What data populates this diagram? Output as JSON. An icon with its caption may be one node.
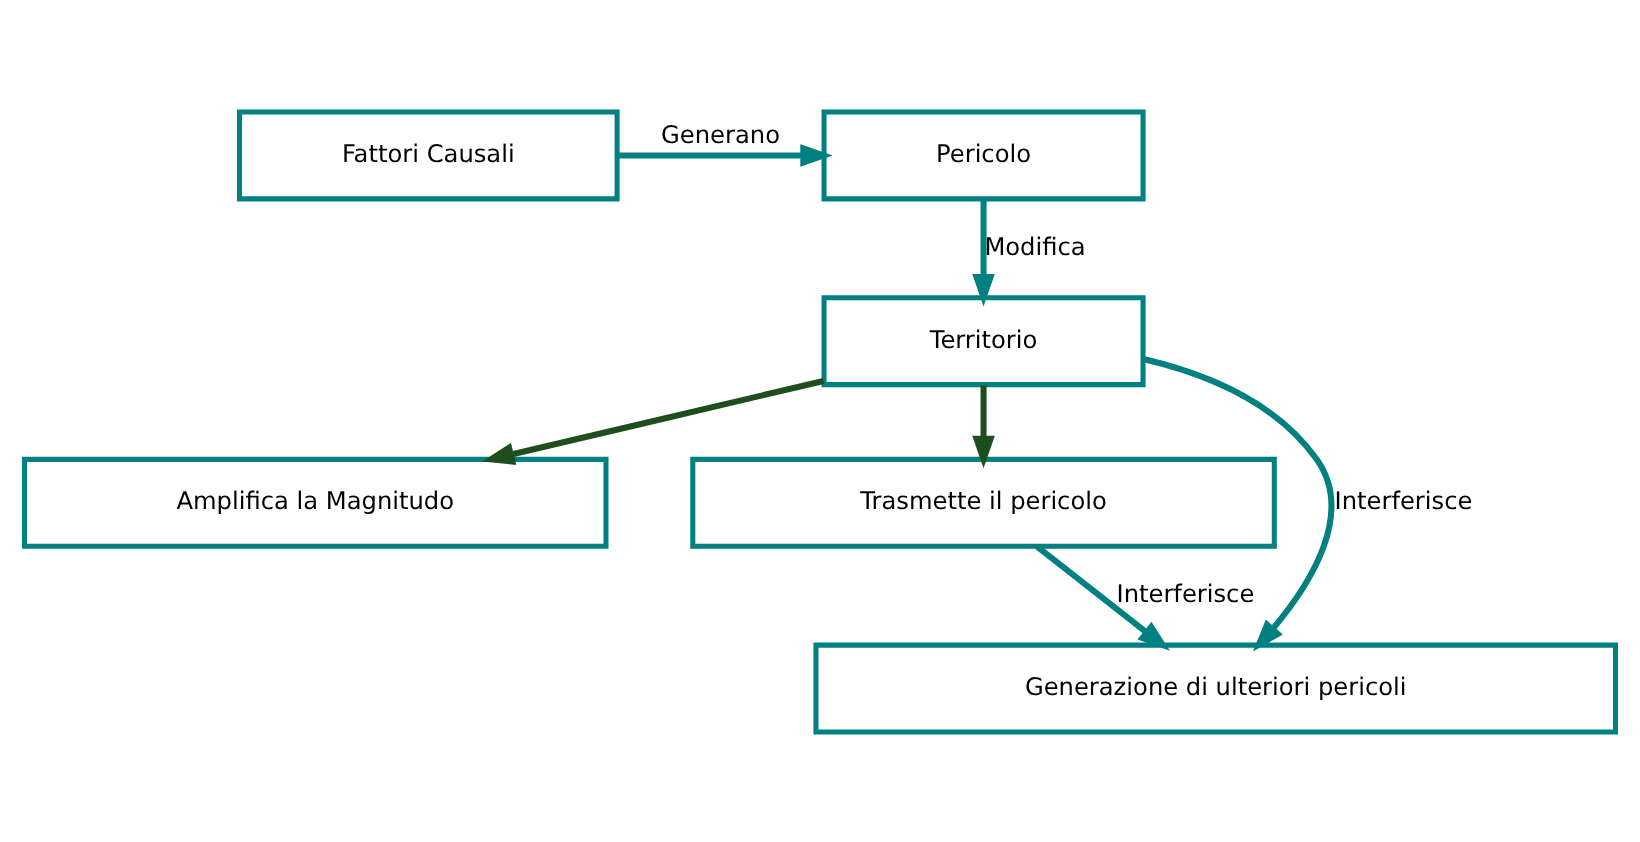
{
  "diagram": {
    "nodes": [
      {
        "text": [
          "Fattori Causali"
        ]
      },
      {
        "text": [
          "Pericolo"
        ]
      },
      {
        "text": [
          "Territorio"
        ]
      },
      {
        "text": [
          "Amplifica la Magnitudo"
        ]
      },
      {
        "text": [
          "Trasmette il pericolo"
        ]
      },
      {
        "text": [
          "Generazione di ulteriori pericoli"
        ]
      }
    ],
    "edges": [
      {
        "from": 0,
        "to": 1,
        "arrow": "to",
        "label": "Generano"
      },
      {
        "from": 1,
        "to": 2,
        "arrow": "to",
        "label": "Modifica"
      },
      {
        "from": 2,
        "to": 3,
        "arrow": "to",
        "color": "#1e4d1e"
      },
      {
        "from": 2,
        "to": 4,
        "arrow": "to",
        "color": "#1e4d1e"
      },
      {
        "from": 2,
        "to": 5,
        "arrow": "to",
        "label": "Interferisce"
      },
      {
        "from": 4,
        "to": 5,
        "arrow": "to",
        "label": "Interferisce"
      }
    ]
  }
}
